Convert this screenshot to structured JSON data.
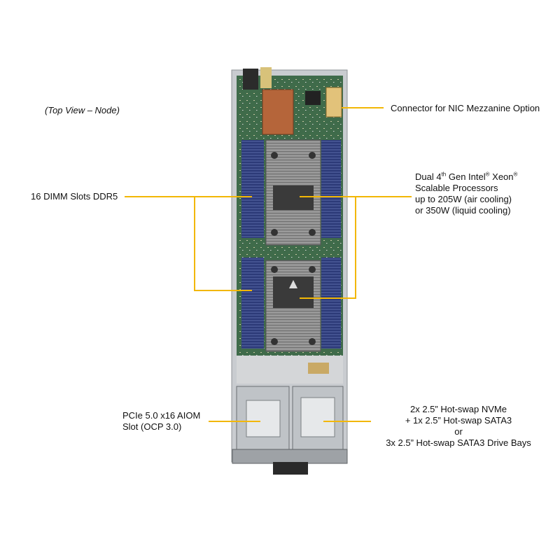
{
  "view_label": "(Top View – Node)",
  "callouts": {
    "nic_connector": "Connector for NIC Mezzanine  Option",
    "dimm_slots": "16 DIMM  Slots DDR5",
    "processors": {
      "line1_pre": "Dual 4",
      "line1_sup1": "th",
      "line1_mid": " Gen Intel",
      "line1_sup2": "®",
      "line1_post": "  Xeon",
      "line1_sup3": "®",
      "line2": "Scalable Processors",
      "line3": "up to 205W (air cooling)",
      "line4": "or 350W (liquid cooling)"
    },
    "aiom_slot": {
      "line1": "PCIe 5.0 x16 AIOM",
      "line2": "Slot (OCP 3.0)"
    },
    "drive_bays": {
      "line1": "2x 2.5” Hot-swap  NVMe",
      "line2": "+ 1x 2.5” Hot-swap SATA3",
      "line3": "or",
      "line4": "3x 2.5” Hot-swap  SATA3 Drive Bays"
    }
  },
  "colors": {
    "leader_line": "#f2b705",
    "pcb": "#3f6b4a",
    "dimm": "#2c3a78",
    "heatsink": "#8a8a8a",
    "copper": "#b5653a",
    "chassis": "#c9ccd0"
  }
}
